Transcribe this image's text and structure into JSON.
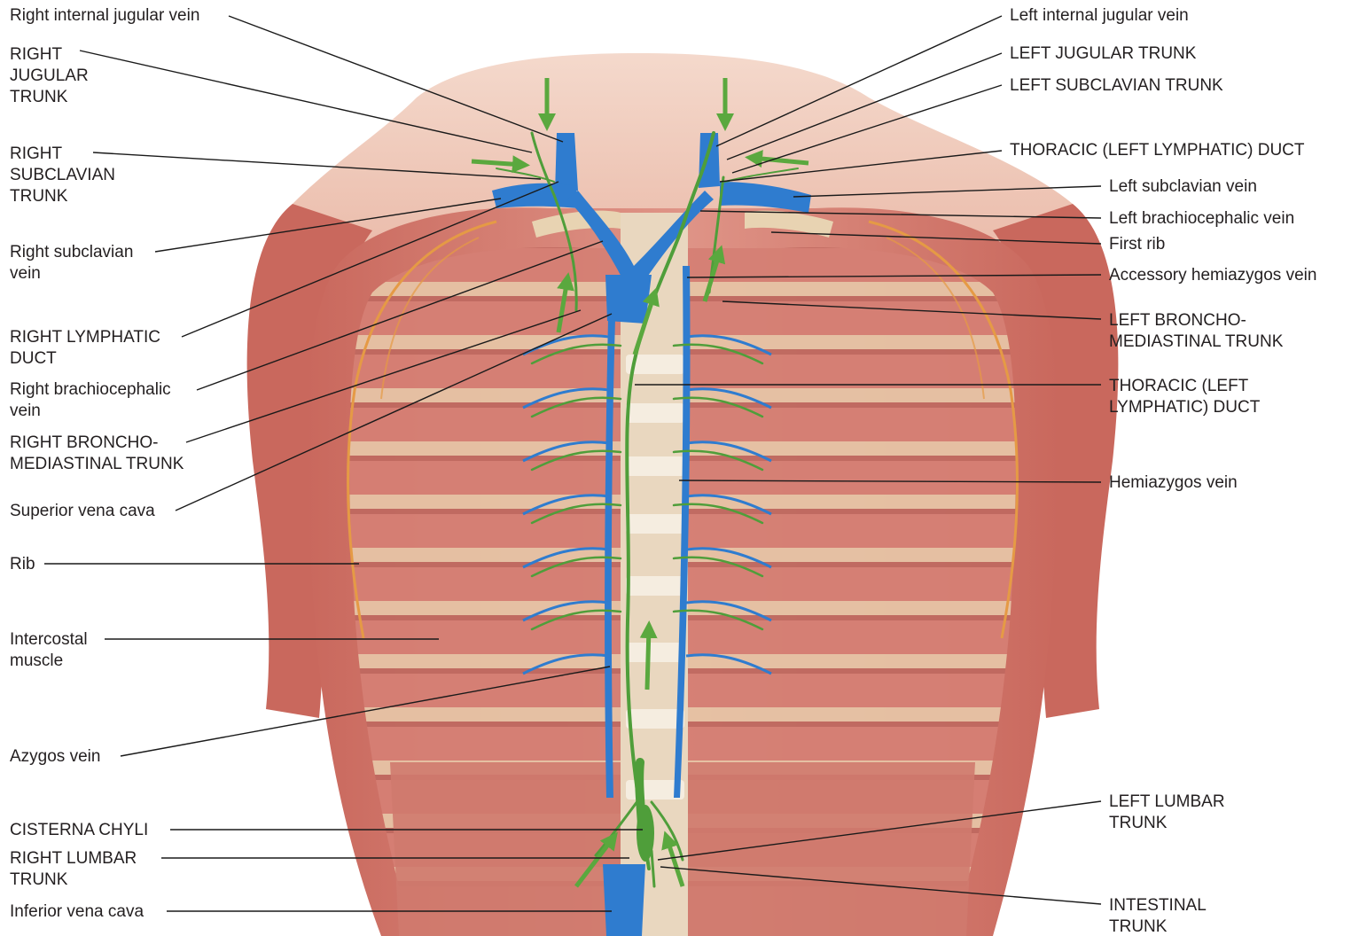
{
  "labels_left": {
    "right_internal_jugular_vein": "Right internal jugular vein",
    "right_jugular_trunk": "RIGHT\nJUGULAR\nTRUNK",
    "right_subclavian_trunk": "RIGHT\nSUBCLAVIAN\nTRUNK",
    "right_subclavian_vein": "Right subclavian\nvein",
    "right_lymphatic_duct": "RIGHT LYMPHATIC\nDUCT",
    "right_brachiocephalic_vein": "Right brachiocephalic\nvein",
    "right_bronchomediastinal_trunk": "RIGHT BRONCHO-\nMEDIASTINAL TRUNK",
    "superior_vena_cava": "Superior vena cava",
    "rib": "Rib",
    "intercostal_muscle": "Intercostal\nmuscle",
    "azygos_vein": "Azygos vein",
    "cisterna_chyli": "CISTERNA CHYLI",
    "right_lumbar_trunk": "RIGHT LUMBAR\nTRUNK",
    "inferior_vena_cava": "Inferior vena cava"
  },
  "labels_right": {
    "left_internal_jugular_vein": "Left internal jugular vein",
    "left_jugular_trunk": "LEFT JUGULAR TRUNK",
    "left_subclavian_trunk": "LEFT SUBCLAVIAN TRUNK",
    "thoracic_duct_top": "THORACIC (LEFT LYMPHATIC) DUCT",
    "left_subclavian_vein": "Left subclavian vein",
    "left_brachiocephalic_vein": "Left brachiocephalic vein",
    "first_rib": "First rib",
    "accessory_hemiazygos_vein": "Accessory hemiazygos vein",
    "left_bronchomediastinal_trunk": "LEFT BRONCHO-\nMEDIASTINAL TRUNK",
    "thoracic_duct_mid": "THORACIC (LEFT\nLYMPHATIC) DUCT",
    "hemiazygos_vein": "Hemiazygos vein",
    "left_lumbar_trunk": "LEFT LUMBAR\nTRUNK",
    "intestinal_trunk": "INTESTINAL\nTRUNK"
  },
  "colors": {
    "muscle": "#d98a7e",
    "muscle_dark": "#b9574f",
    "skin": "#f0c9b9",
    "tendon": "#e8d3b2",
    "vein": "#2f7ccf",
    "lymph": "#4f9e3a",
    "arrow": "#5aa83e",
    "rib_line": "#e59a45",
    "leader": "#1a1a1a"
  }
}
